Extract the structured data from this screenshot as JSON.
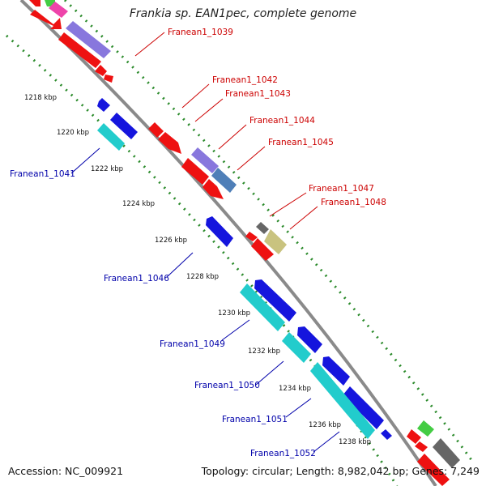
{
  "title": "Frankia sp. EAN1pec, complete genome",
  "accession": "Accession: NC_009921",
  "summary": "Topology: circular; Length: 8,982,042 bp; Genes: 7,249",
  "colors": {
    "red": "#ee1111",
    "blue": "#1515dd",
    "cyan": "#22cccc",
    "purple": "#8877dd",
    "steel": "#4f7fb8",
    "gray": "#666666",
    "olive": "#c9c37f",
    "green": "#44cc44",
    "magenta": "#ee44aa",
    "backbone": "#8a8a8a",
    "ruler": "#2a8a2a",
    "label_top": "#cc0000",
    "label_bottom": "#0000aa"
  },
  "ruler_ticks": [
    {
      "label": "1218 kbp"
    },
    {
      "label": "1220 kbp"
    },
    {
      "label": "1222 kbp"
    },
    {
      "label": "1224 kbp"
    },
    {
      "label": "1226 kbp"
    },
    {
      "label": "1228 kbp"
    },
    {
      "label": "1230 kbp"
    },
    {
      "label": "1232 kbp"
    },
    {
      "label": "1234 kbp"
    },
    {
      "label": "1236 kbp"
    },
    {
      "label": "1238 kbp"
    }
  ],
  "gene_labels_top": [
    "Franean1_1039",
    "Franean1_1042",
    "Franean1_1043",
    "Franean1_1044",
    "Franean1_1045",
    "Franean1_1047",
    "Franean1_1048"
  ],
  "gene_labels_bottom": [
    "Franean1_1041",
    "Franean1_1046",
    "Franean1_1049",
    "Franean1_1050",
    "Franean1_1051",
    "Franean1_1052"
  ]
}
